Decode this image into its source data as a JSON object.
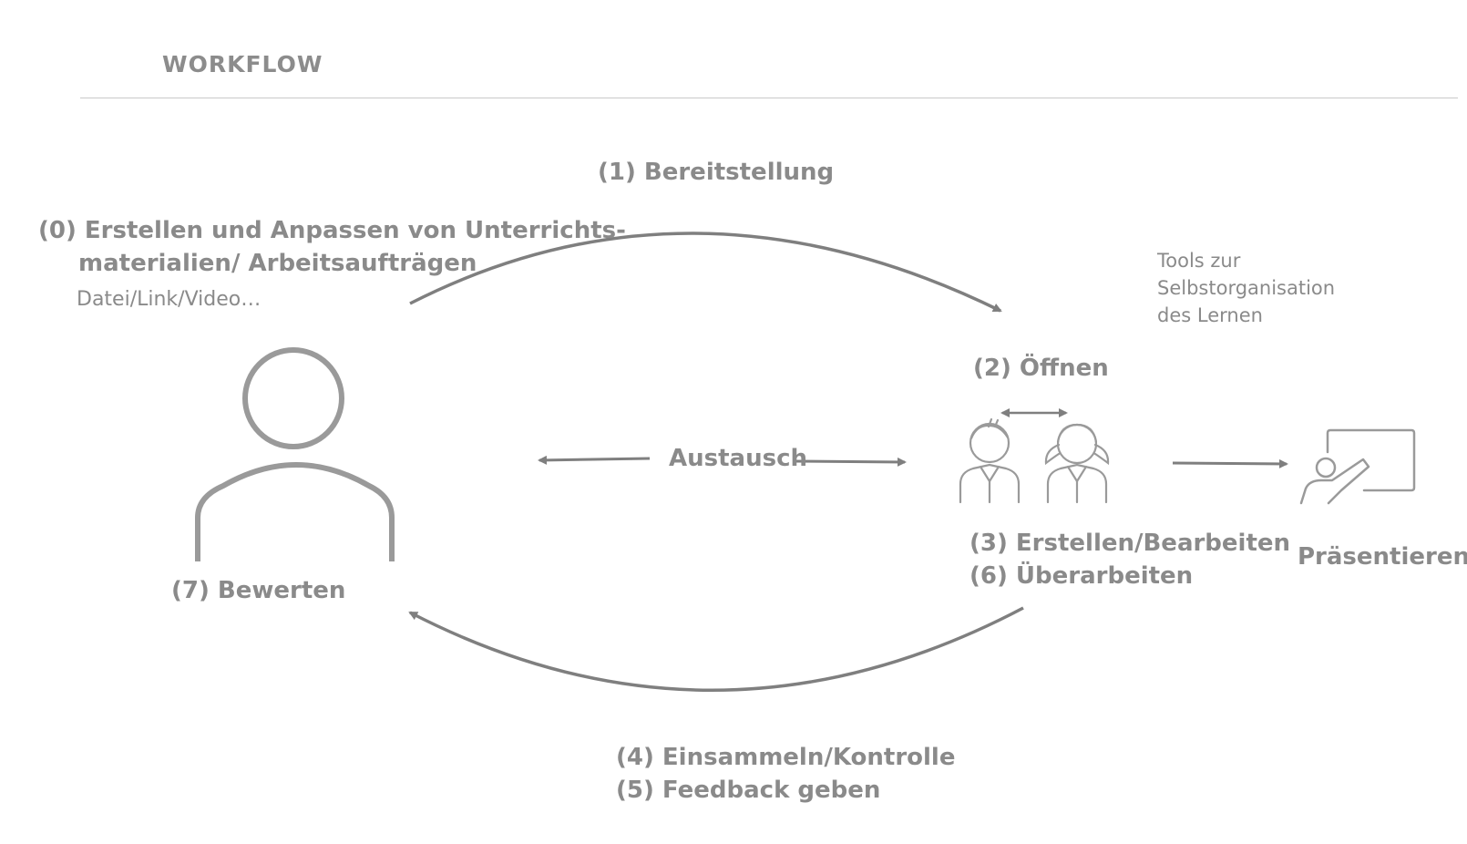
{
  "header": {
    "title": "WORKFLOW"
  },
  "labels": {
    "step0_line1": "(0) Erstellen und Anpassen von Unterrichts-",
    "step0_line2": "materialien/ Arbeitsaufträgen",
    "step0_sub": "Datei/Link/Video…",
    "step1": "(1) Bereitstellung",
    "tools_line1": "Tools zur",
    "tools_line2": "Selbstorganisation",
    "tools_line3": "des Lernen",
    "step2": "(2) Öffnen",
    "exchange": "Austausch",
    "step3": "(3) Erstellen/Bearbeiten",
    "step6": "(6) Überarbeiten",
    "present": "Präsentieren",
    "step7": "(7) Bewerten",
    "step4": "(4) Einsammeln/Kontrolle",
    "step5": "(5) Feedback geben"
  },
  "icons": {
    "teacher": "person-icon",
    "students": "students-icon",
    "presentation": "presentation-board-icon"
  },
  "colors": {
    "text": "#8a8a8a",
    "lines": "#7f7f7f",
    "icons": "#9a9a9a",
    "rule": "#c9c9c9"
  }
}
